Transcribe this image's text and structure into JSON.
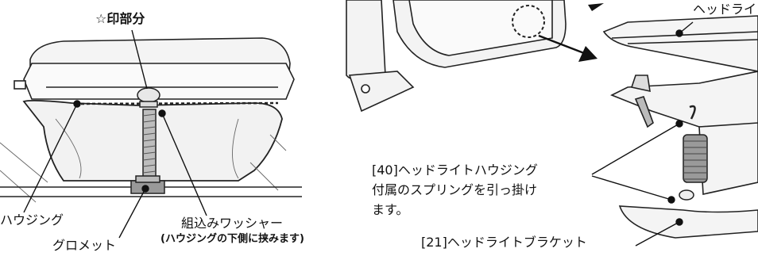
{
  "left_diagram": {
    "mark_label": "☆印部分",
    "housing_label": "ハウジング",
    "grommet_label": "グロメット",
    "washer_label": "組込みワッシャー",
    "washer_note": "(ハウジングの下側に挟みます)"
  },
  "right_diagram": {
    "top_label": "ヘッドライ",
    "spring_note_line1": "[40]ヘッドライトハウジング",
    "spring_note_line2": "付属のスプリングを引っ掛け",
    "spring_note_line3": "ます。",
    "bracket_label": "[21]ヘッドライトブラケット"
  }
}
